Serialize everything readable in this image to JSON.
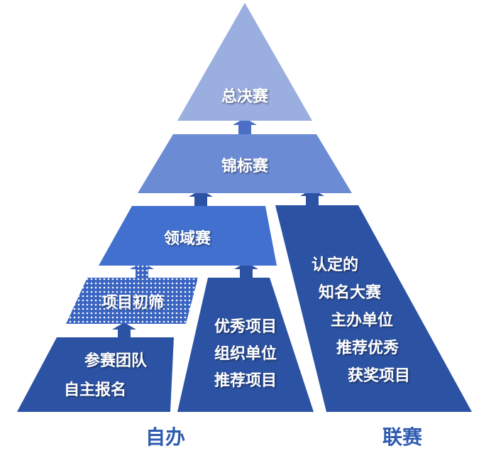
{
  "levels": {
    "final": "总决赛",
    "championship": "锦标赛",
    "domain": "领域赛",
    "screening": "项目初筛",
    "team_signup": [
      "参赛团队",
      "自主报名"
    ],
    "org_recommend": [
      "优秀项目",
      "组织单位",
      "推荐项目"
    ],
    "recognized": [
      "认定的",
      "知名大赛",
      "主办单位",
      "推荐优秀",
      "获奖项目"
    ]
  },
  "labels": {
    "self_run": "自办",
    "league": "联赛"
  },
  "colors": {
    "top": "#9aaee0",
    "second": "#6c8bd5",
    "third": "#4270cf",
    "base": "#2c52a3",
    "label": "#2e5bb0"
  }
}
